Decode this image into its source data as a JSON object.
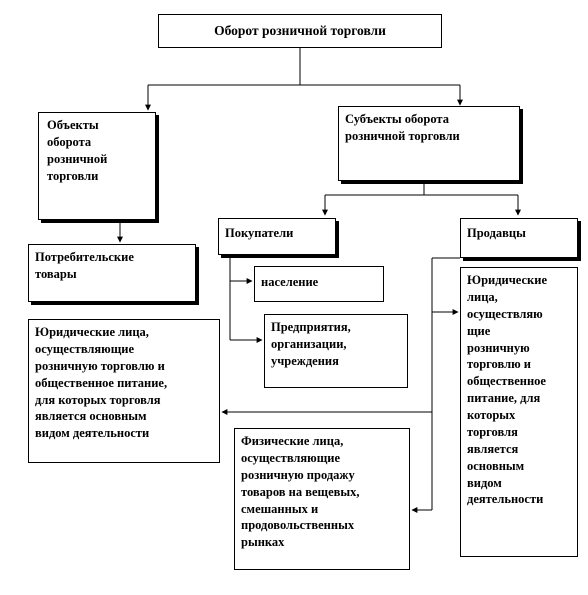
{
  "nodes": {
    "root": "Оборот розничной торговли",
    "objects": "Объекты\nоборота\nрозничной\nторговли",
    "subjects": "Субъекты  оборота\nрозничной торговли",
    "consumer_goods": "Потребительские\nтовары",
    "buyers": "Покупатели",
    "sellers": "Продавцы",
    "population": "население",
    "enterprises": "Предприятия,\nорганизации,\nучреждения",
    "legal_left": "Юридические лица,\nосуществляющие\nрозничную торговлю и\nобщественное питание,\nдля которых  торговля\nявляется основным\nвидом деятельности",
    "individuals": "Физические лица,\nосуществляющие\nрозничную продажу\nтоваров на вещевых,\nсмешанных  и\nпродовольственных\nрынках",
    "legal_right": "Юридические\nлица,\nосуществляю\nщие\nрозничную\nторговлю и\nобщественное\nпитание, для\nкоторых\nторговля\nявляется\nосновным\nвидом\nдеятельности"
  }
}
